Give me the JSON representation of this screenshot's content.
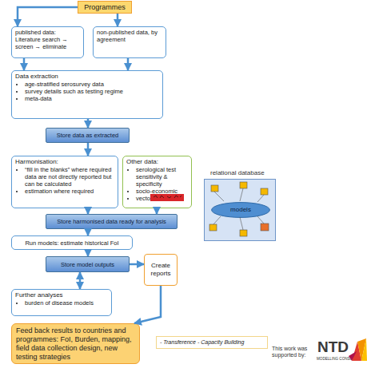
{
  "diagram": {
    "nodes": [
      {
        "text": [
          "Programmes"
        ]
      },
      {
        "text": [
          "published data:",
          "Literature search → screen → eliminate"
        ]
      },
      {
        "text": [
          "non-published data, by agreement"
        ]
      },
      {
        "text": [
          "Data extraction",
          "age-stratified serosurvey data",
          "survey details such as testing regime",
          "meta-data"
        ]
      },
      {
        "text": [
          "Store data as extracted"
        ]
      },
      {
        "text": [
          "Harmonisation:",
          "“fill in the blanks” where required data are not directly reported but can be calculated",
          "estimation where required"
        ]
      },
      {
        "text": [
          "Other data:",
          "serological test sensitivity & specificity",
          "socio-economic",
          "vector"
        ]
      },
      {
        "text": [
          "relational database"
        ]
      },
      {
        "text": [
          "models"
        ],
        "in": 7
      },
      {
        "text": [
          "Store harmonised data ready for analysis"
        ]
      },
      {
        "text": [
          "Run models: estimate historical FoI"
        ]
      },
      {
        "text": [
          "Store model outputs"
        ]
      },
      {
        "text": [
          "Create reports"
        ]
      },
      {
        "text": [
          "Further analyses",
          "burden of disease models"
        ]
      },
      {
        "text": [
          "Feed back results to countries and programmes: FoI, Burden, mapping, field data collection design, new testing strategies"
        ]
      },
      {
        "text": [
          "- Transference - Capacity Building"
        ]
      }
    ],
    "edges": [
      {
        "from": 0,
        "to": 1,
        "arrow": "to"
      },
      {
        "from": 0,
        "to": 2,
        "arrow": "to"
      },
      {
        "from": 1,
        "to": 3,
        "arrow": "to"
      },
      {
        "from": 2,
        "to": 3,
        "arrow": "to"
      },
      {
        "from": 3,
        "to": 4,
        "arrow": "to"
      },
      {
        "from": 4,
        "to": 5,
        "arrow": "to"
      },
      {
        "from": 5,
        "to": 9,
        "arrow": "to"
      },
      {
        "from": 6,
        "to": 9,
        "arrow": "to"
      },
      {
        "from": 9,
        "to": 10,
        "arrow": "to"
      },
      {
        "from": 10,
        "to": 11,
        "arrow": "to"
      },
      {
        "from": 11,
        "to": 13,
        "arrow": "both"
      },
      {
        "from": 11,
        "to": 12,
        "arrow": "to"
      },
      {
        "from": 12,
        "to": 14,
        "arrow": "to"
      }
    ],
    "labels": [
      "This work was supported by:",
      "NTD",
      "MODELLING CONSORTIUM"
    ]
  }
}
